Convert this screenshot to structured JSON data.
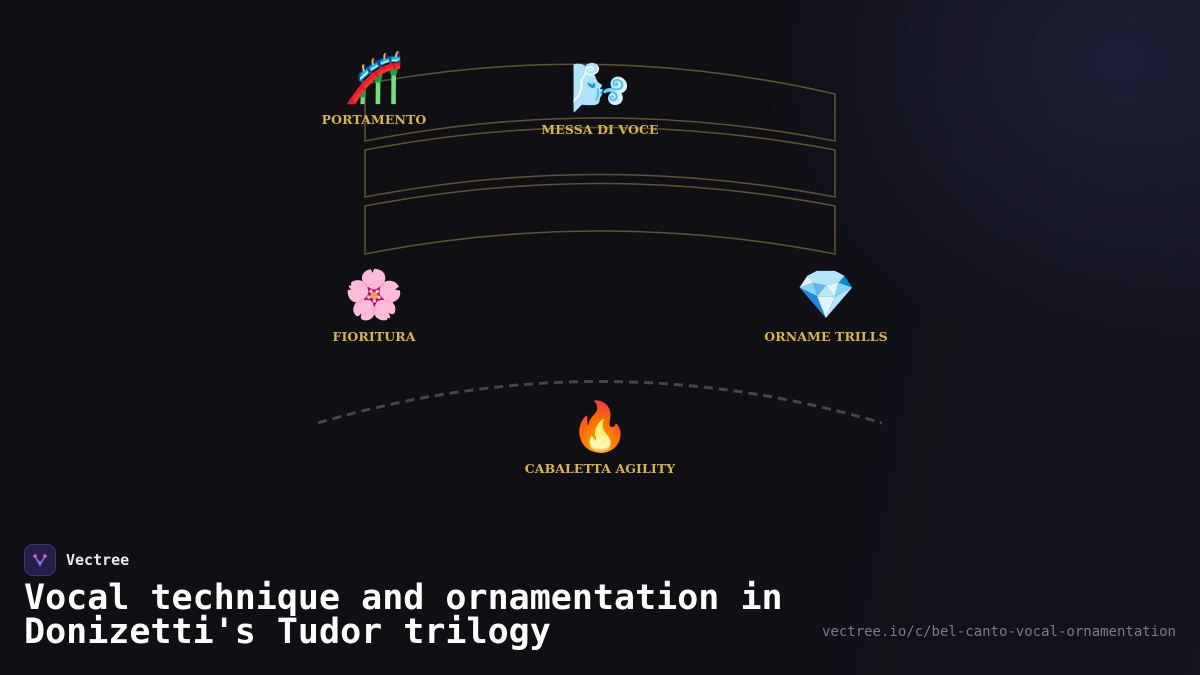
{
  "colors": {
    "background": "#0f0f14",
    "label_gold": "#d8b44a",
    "outline_gold": "#5e5030",
    "dashed_gray": "#45454c",
    "title_white": "#ffffff",
    "url_gray": "#7b7b86"
  },
  "nodes": [
    {
      "id": "portamento",
      "emoji": "🎢",
      "label": "PORTAMENTO"
    },
    {
      "id": "messa-di-voce",
      "emoji": "🌬️",
      "label": "MESSA DI VOCE"
    },
    {
      "id": "fioritura",
      "emoji": "🌸",
      "label": "FIORITURA"
    },
    {
      "id": "orname-trills",
      "emoji": "💎",
      "label": "ORNAME TRILLS"
    },
    {
      "id": "cabaletta-agility",
      "emoji": "🔥",
      "label": "CABALETTA AGILITY"
    }
  ],
  "brand": {
    "name": "Vectree",
    "logo_icon": "tree-fork-icon"
  },
  "title": "Vocal technique and ornamentation in Donizetti's Tudor trilogy",
  "url": "vectree.io/c/bel-canto-vocal-ornamentation"
}
